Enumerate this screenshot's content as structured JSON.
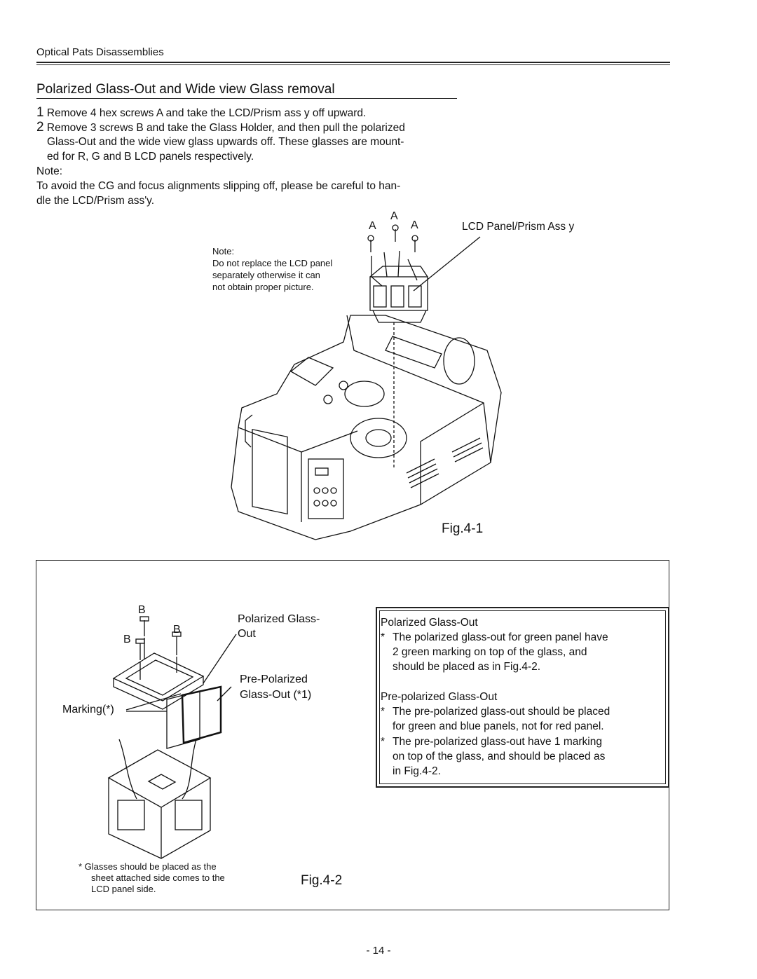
{
  "header": {
    "section": "Optical Pats Disassemblies",
    "title": "Polarized Glass-Out and Wide view Glass removal"
  },
  "steps": [
    {
      "num": "1",
      "lines": [
        "Remove 4 hex screws A and take the LCD/Prism ass y off upward."
      ]
    },
    {
      "num": "2",
      "lines": [
        "Remove 3 screws B and take the Glass Holder, and then pull the polarized",
        "Glass-Out and the wide view glass upwards off. These glasses are mount-",
        "ed for R, G and B LCD panels respectively."
      ]
    }
  ],
  "note": {
    "label": "Note:",
    "lines": [
      "To avoid the CG and focus alignments slipping off, please be careful to han-",
      "dle the LCD/Prism ass'y."
    ]
  },
  "fig1": {
    "note_label": "Note:",
    "note_lines": [
      "Do not replace the LCD panel",
      "separately otherwise it can",
      "not obtain proper picture."
    ],
    "screw_a": "A",
    "lcd_label": "LCD Panel/Prism Ass y",
    "fig_label": "Fig.4-1"
  },
  "fig2": {
    "screw_b": "B",
    "polarized_label_1": "Polarized Glass-",
    "polarized_label_2": "Out",
    "prepolarized_label_1": "Pre-Polarized",
    "prepolarized_label_2": "Glass-Out (*1)",
    "marking_label": "Marking(*)",
    "footnote_lines": [
      "*  Glasses should be placed as the",
      "sheet attached side comes to the",
      "LCD panel side."
    ],
    "fig_label": "Fig.4-2",
    "callout": {
      "heading1": "Polarized Glass-Out",
      "bullet1_lines": [
        "The polarized glass-out for green panel have",
        "2 green marking on top of the glass, and",
        "should be placed as in Fig.4-2."
      ],
      "heading2": "Pre-polarized Glass-Out",
      "bullet2_lines": [
        "The pre-polarized glass-out should be placed",
        "for green and blue panels, not for red panel."
      ],
      "bullet3_lines": [
        "The pre-polarized glass-out have 1 marking",
        "on top of the glass, and should be placed as",
        "in Fig.4-2."
      ],
      "bullet_mark": "*"
    }
  },
  "footer": {
    "page": "- 14 -"
  }
}
